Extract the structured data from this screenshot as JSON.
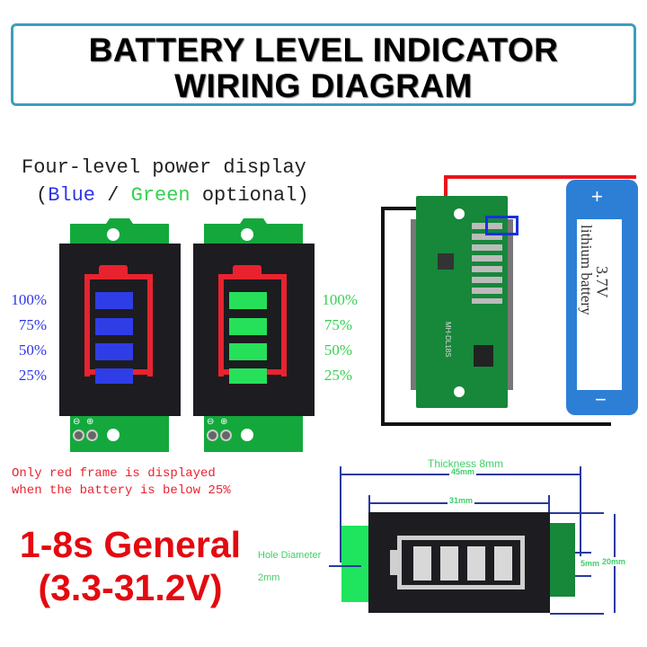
{
  "header": {
    "title_line1": "BATTERY LEVEL INDICATOR",
    "title_line2": "WIRING DIAGRAM",
    "border_color": "#3a9fbf"
  },
  "display_caption": {
    "line1": "Four-level power display",
    "open_paren": "(",
    "blue": "Blue",
    "slash": " / ",
    "green": "Green",
    "rest": " optional)"
  },
  "levels": [
    "100%",
    "75%",
    "50%",
    "25%"
  ],
  "colors": {
    "blue_bar": "#2e3de6",
    "green_bar": "#27e05a",
    "red_frame": "#e8232f",
    "pcb": "#14a83c",
    "panel": "#1d1c20",
    "dimension_line": "#2a3a9c",
    "dimension_text": "#3fcf6a"
  },
  "terminal_symbols": {
    "minus": "⊖",
    "plus": "⊕"
  },
  "note": {
    "line1": "Only red frame is displayed",
    "line2": "when the battery is below 25%"
  },
  "general": {
    "line1": "1-8s General",
    "line2": "(3.3-31.2V)"
  },
  "wiring": {
    "board_model": "MH-DL18S",
    "battery_voltage": "3.7V",
    "battery_type": "lithium battery",
    "battery_plus": "+",
    "battery_minus": "−"
  },
  "dimensions": {
    "thickness": "Thickness 8mm",
    "total_length": "45mm",
    "panel_length": "31mm",
    "height": "20mm",
    "tab_width": "5mm",
    "hole_label": "Hole Diameter",
    "hole_value": "2mm"
  }
}
